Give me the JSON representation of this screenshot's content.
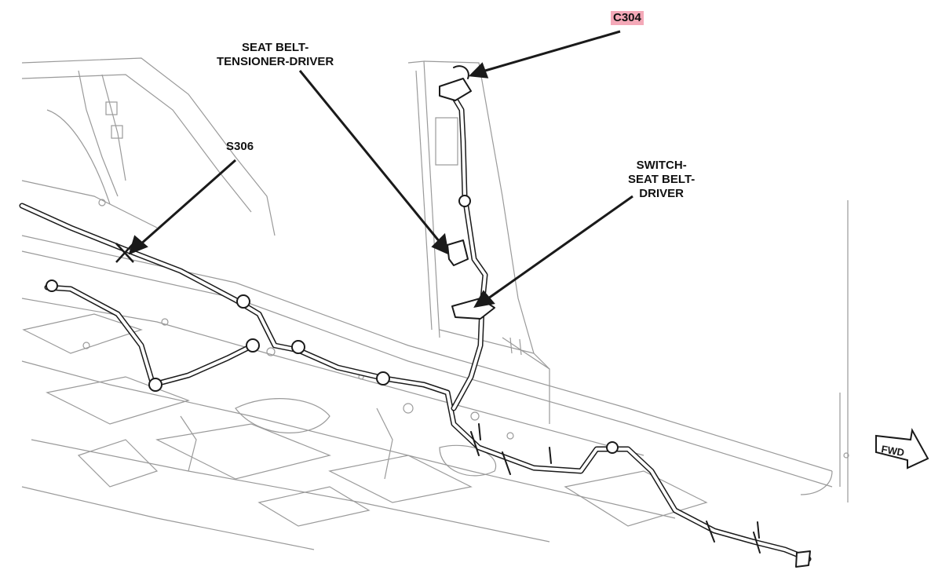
{
  "labels": {
    "c304": "C304",
    "tensioner": [
      "SEAT BELT-",
      "TENSIONER-DRIVER"
    ],
    "s306": "S306",
    "switch": [
      "SWITCH-",
      "SEAT BELT-",
      "DRIVER"
    ]
  },
  "direction_arrow": "FWD",
  "colors": {
    "line": "#1a1a1a",
    "faint": "#9a9a9a",
    "highlight": "#f4a9b8"
  }
}
